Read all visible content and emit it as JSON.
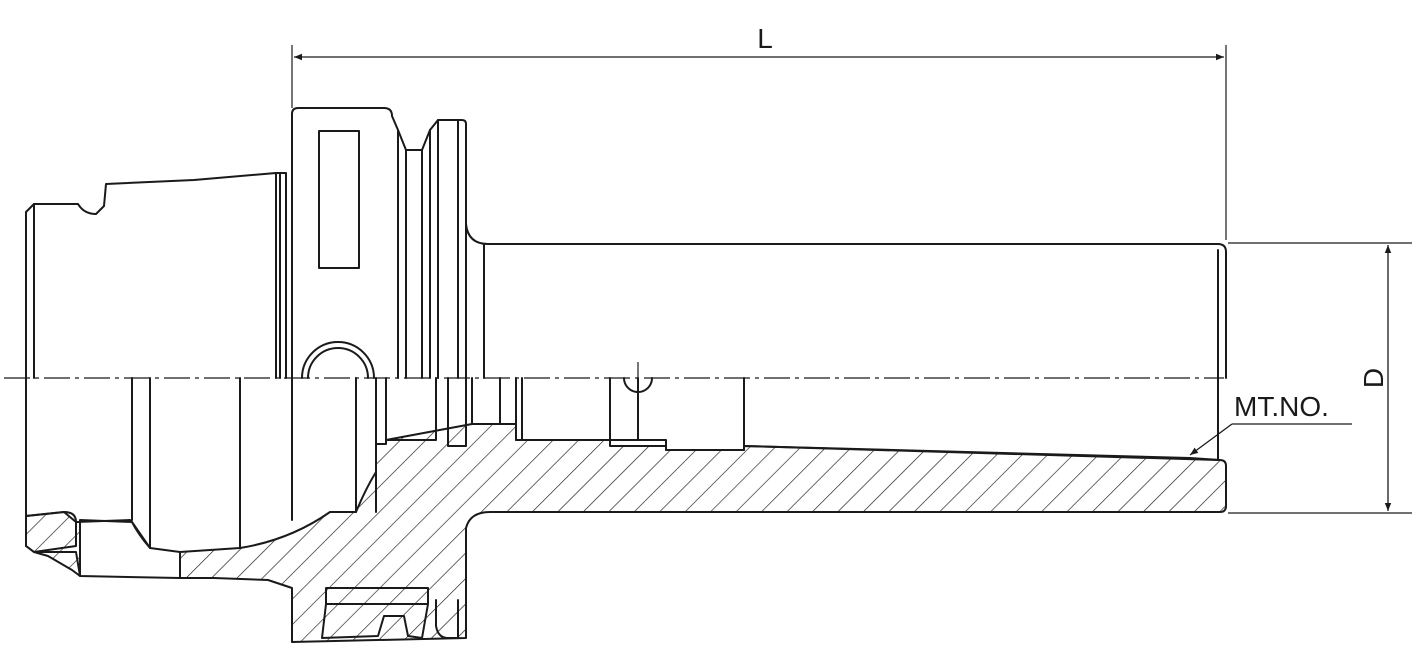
{
  "labels": {
    "length": "L",
    "diameter": "D",
    "taper": "MT.NO."
  },
  "colors": {
    "line": "#1a1a1a",
    "background": "#ffffff"
  }
}
